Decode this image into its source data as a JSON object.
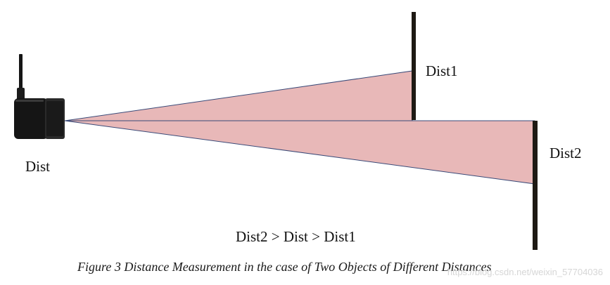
{
  "labels": {
    "sensor": "Dist",
    "object1": "Dist1",
    "object2": "Dist2",
    "relation": "Dist2 > Dist > Dist1"
  },
  "caption": "Figure 3 Distance Measurement in the case of Two Objects of Different Distances",
  "watermark": "https://blog.csdn.net/weixin_57704036",
  "colors": {
    "beam_fill": "#e8b8b8",
    "beam_edge": "#3a4a78",
    "wall": "#1e1a14",
    "sensor_body": "#151515"
  },
  "icons": {
    "sensor": "lidar-sensor-icon",
    "wall1": "near-wall",
    "wall2": "far-wall"
  }
}
